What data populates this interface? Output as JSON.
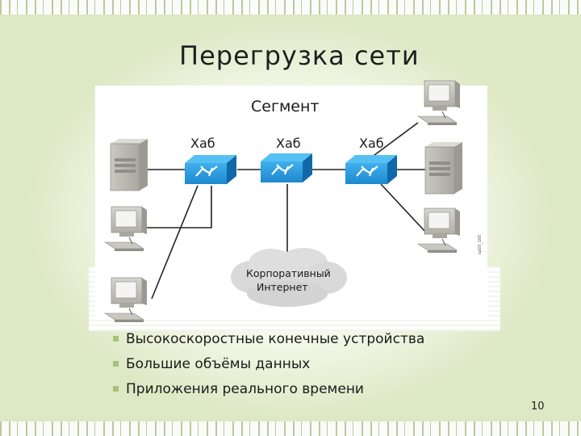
{
  "slide": {
    "title": "Перегрузка сети",
    "page_number": "10"
  },
  "diagram": {
    "segment_label": "Сегмент",
    "hub_labels": [
      "Хаб",
      "Хаб",
      "Хаб"
    ],
    "cloud_label_line1": "Корпоративный",
    "cloud_label_line2": "Интернет",
    "watermark": "sp03_165"
  },
  "bullets": [
    "Высокоскоростные конечные устройства",
    "Большие объёмы данных",
    "Приложения реального времени"
  ],
  "colors": {
    "hub": "#2196d8",
    "hub_dark": "#1068a8",
    "line": "#222222",
    "bullet": "#a9c07a",
    "cloud": "#d6d6d6"
  }
}
